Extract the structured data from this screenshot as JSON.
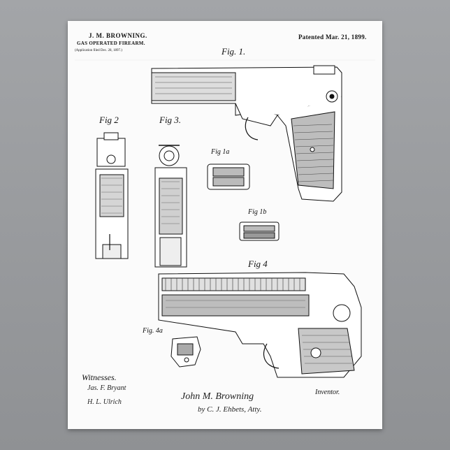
{
  "patent": {
    "inventor_name": "J. M. BROWNING.",
    "title": "GAS OPERATED FIREARM.",
    "application": "(Application filed Dec. 28, 1897.)",
    "patented": "Patented Mar. 21, 1899."
  },
  "figures": {
    "fig1": "Fig. 1.",
    "fig2": "Fig 2",
    "fig3": "Fig 3.",
    "fig1a": "Fig 1a",
    "fig1b": "Fig 1b",
    "fig4": "Fig 4",
    "fig4a": "Fig. 4a"
  },
  "signatures": {
    "witnesses_label": "Witnesses.",
    "witness_1": "Jas. F. Bryant",
    "witness_2": "H. L. Ulrich",
    "inventor_label": "Inventor.",
    "inventor_sig": "John M. Browning",
    "attorney_sig": "by C. J. Ehbets, Atty."
  },
  "colors": {
    "paper": "#fbfbfb",
    "ink": "#111111",
    "background": "#9a9c9f"
  }
}
